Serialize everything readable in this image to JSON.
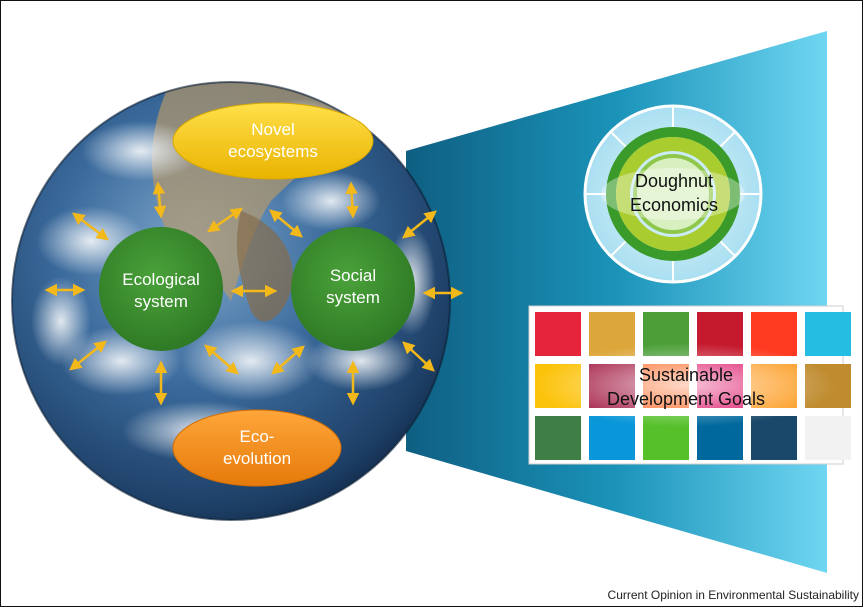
{
  "nodes": {
    "novel_ecosystems": {
      "line1": "Novel",
      "line2": "ecosystems",
      "color": "#f5c400"
    },
    "ecological_system": {
      "line1": "Ecological",
      "line2": "system",
      "color": "#3e8e2f"
    },
    "social_system": {
      "line1": "Social",
      "line2": "system",
      "color": "#3e8e2f"
    },
    "eco_evolution": {
      "line1": "Eco-",
      "line2": "evolution",
      "color": "#f08a16"
    }
  },
  "doughnut": {
    "line1": "Doughnut",
    "line2": "Economics"
  },
  "sdg": {
    "line1": "Sustainable",
    "line2": "Development Goals",
    "tile_colors": [
      "#e5243b",
      "#dda63a",
      "#4c9f38",
      "#c5192d",
      "#ff3a21",
      "#26bde2",
      "#fcc30b",
      "#a21942",
      "#fd6925",
      "#dd1367",
      "#fd9d24",
      "#bf8b2e",
      "#3f7e44",
      "#0a97d9",
      "#56c02b",
      "#00689d",
      "#19486a",
      "#f2f2f2"
    ]
  },
  "colors": {
    "beam": "#1a8fb5",
    "arrow": "#f3b81a",
    "green_ring": "#3a9a2a",
    "lime_ring": "#a9cc2e",
    "ocean": "#2f5f93"
  },
  "credit": "Current Opinion in Environmental Sustainability"
}
